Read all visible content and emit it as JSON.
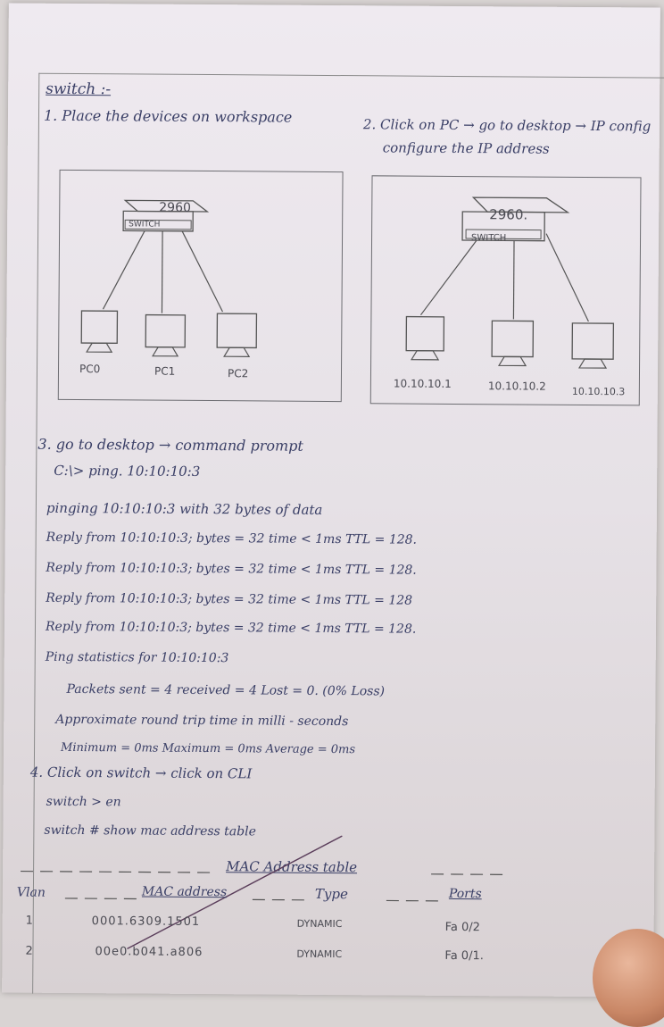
{
  "heading": "switch :-",
  "step1": "1. Place the devices on workspace",
  "step2_line1": "2. Click on PC → go to desktop → IP config",
  "step2_line2": "configure the IP address",
  "diagram1": {
    "switch_model": "2960",
    "switch_label": "SWITCH",
    "pcs": [
      "PC0",
      "PC1",
      "PC2"
    ]
  },
  "diagram2": {
    "switch_model": "2960.",
    "switch_label": "SWITCH",
    "pcs": [
      "10.10.10.1",
      "10.10.10.2",
      "10.10.10.3"
    ]
  },
  "step3": "3. go to desktop → command prompt",
  "cmd": "C:\\> ping. 10:10:10:3",
  "pinging": "pinging 10:10:10:3 with 32 bytes of data",
  "replies": [
    "Reply from 10:10:10:3; bytes = 32   time < 1ms   TTL = 128.",
    "Reply from 10:10:10:3; bytes = 32   time < 1ms   TTL = 128.",
    "Reply from 10:10:10:3; bytes = 32   time < 1ms   TTL = 128",
    "Reply from 10:10:10:3; bytes = 32   time < 1ms   TTL = 128."
  ],
  "stats_title": "Ping statistics for 10:10:10:3",
  "packets": "Packets sent = 4   received = 4   Lost = 0. (0% Loss)",
  "approx": "Approximate round trip time in milli - seconds",
  "minmax": "Minimum = 0ms   Maximum = 0ms     Average = 0ms",
  "step4": "4. Click on switch → click on CLI",
  "cli1": "switch > en",
  "cli2": "switch # show mac address table",
  "table_title": "MAC Address table",
  "table_headers": [
    "Vlan",
    "MAC address",
    "Type",
    "Ports"
  ],
  "table_rows": [
    [
      "1",
      "0001.6309.1501",
      "DYNAMIC",
      "Fa 0/2"
    ],
    [
      "2",
      "00e0.b041.a806",
      "DYNAMIC",
      "Fa 0/1."
    ]
  ]
}
